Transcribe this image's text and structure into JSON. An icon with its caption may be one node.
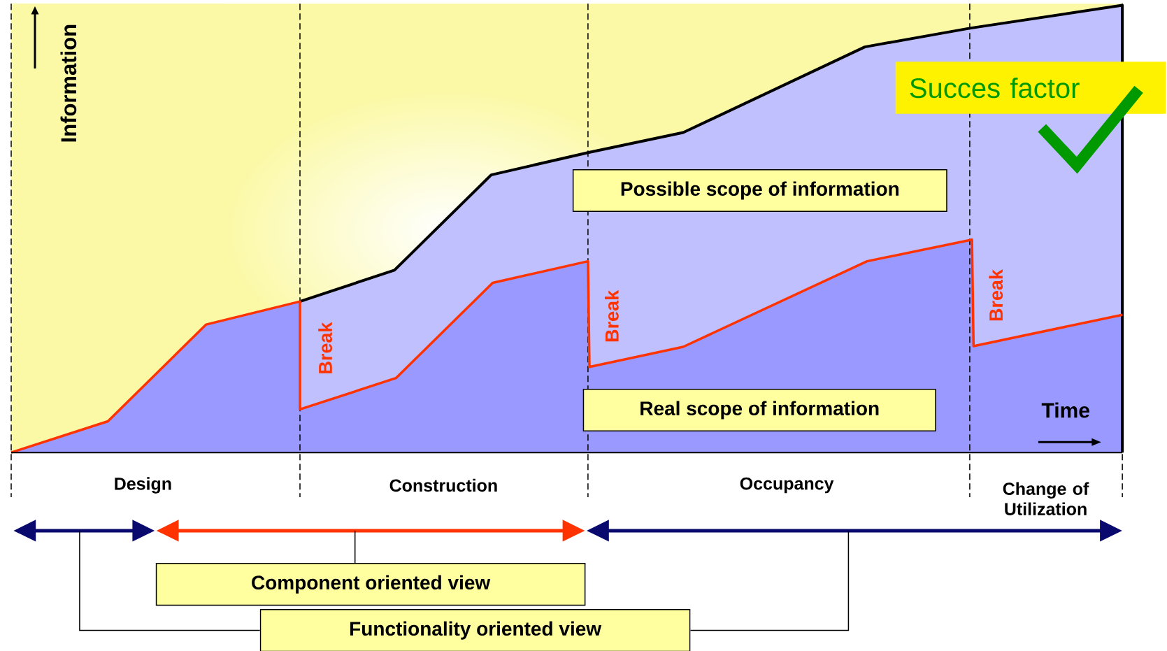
{
  "diagram": {
    "nodes": [
      {
        "text": [
          "Possible scope of information"
        ]
      },
      {
        "text": [
          "Real scope of information"
        ]
      },
      {
        "text": [
          "Component oriented view"
        ]
      },
      {
        "text": [
          "Functionality oriented view"
        ]
      },
      {
        "text": [
          "Succes factor"
        ]
      }
    ],
    "edges": [
      {
        "from": 2,
        "to": null,
        "arrow": "none"
      },
      {
        "from": 3,
        "to": null,
        "arrow": "none"
      },
      {
        "from": 3,
        "to": null,
        "arrow": "none"
      }
    ],
    "labels": [
      "Information",
      "Break",
      "Break",
      "Break",
      "Time",
      "Design",
      "Construction",
      "Occupancy",
      "Change of Utilization"
    ]
  }
}
